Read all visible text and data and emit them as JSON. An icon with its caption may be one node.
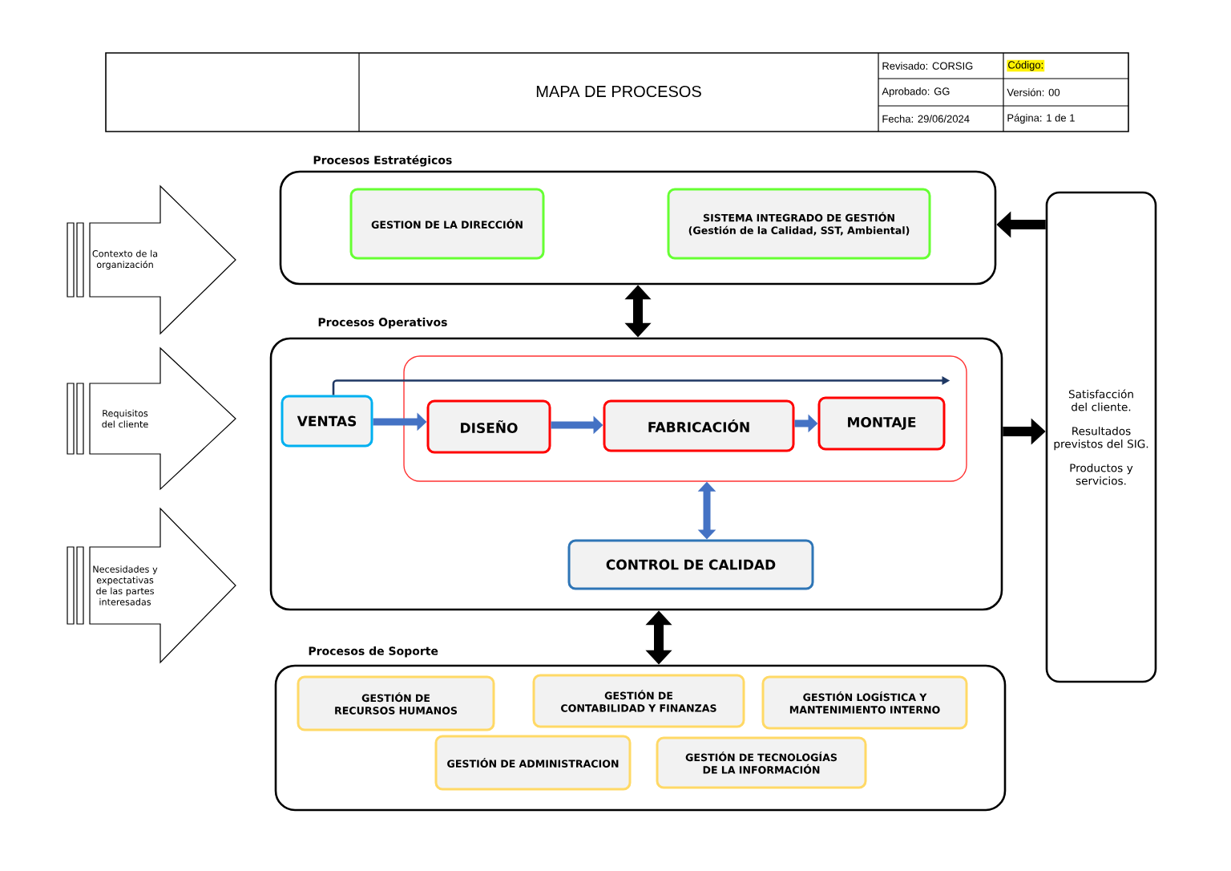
{
  "diagram": {
    "title": "MAPA DE PROCESOS",
    "nodes": [
      {
        "text": [
          "Procesos Estratégicos"
        ]
      },
      {
        "text": [
          "GESTION DE LA DIRECCIÓN"
        ],
        "in": 0
      },
      {
        "text": [
          "SISTEMA INTEGRADO DE GESTIÓN (Gestión de la Calidad, SST, Ambiental)"
        ],
        "in": 0
      },
      {
        "text": [
          "Procesos Operativos"
        ]
      },
      {
        "text": [
          "VENTAS"
        ],
        "in": 3
      },
      {
        "text": [],
        "shape": "box",
        "in": 3
      },
      {
        "text": [
          "DISEÑO"
        ],
        "in": 5
      },
      {
        "text": [
          "FABRICACIÓN"
        ],
        "in": 5
      },
      {
        "text": [
          "MONTAJE"
        ],
        "in": 5
      },
      {
        "text": [
          "CONTROL DE CALIDAD"
        ],
        "in": 3
      },
      {
        "text": [
          "Procesos de Soporte"
        ]
      },
      {
        "text": [
          "GESTIÓN DE RECURSOS HUMANOS"
        ],
        "in": 10
      },
      {
        "text": [
          "GESTIÓN DE CONTABILIDAD Y FINANZAS"
        ],
        "in": 10
      },
      {
        "text": [
          "GESTIÓN LOGÍSTICA Y MANTENIMIENTO INTERNO"
        ],
        "in": 10
      },
      {
        "text": [
          "GESTIÓN DE ADMINISTRACION"
        ],
        "in": 10
      },
      {
        "text": [
          "GESTIÓN DE TECNOLOGÍAS DE LA INFORMACIÓN"
        ],
        "in": 10
      },
      {
        "text": [
          "Contexto de la organización"
        ]
      },
      {
        "text": [
          "Requisitos del cliente"
        ]
      },
      {
        "text": [
          "Necesidades y expectativas de las partes interesadas"
        ]
      },
      {
        "text": [
          "Satisfacción del cliente.",
          "Resultados previstos del SIG.",
          "Productos y servicios."
        ]
      }
    ],
    "edges": [
      {
        "from": 0,
        "to": 3,
        "arrow": "both",
        "color": "#000000"
      },
      {
        "from": 3,
        "to": 10,
        "arrow": "both",
        "color": "#000000"
      },
      {
        "from": 19,
        "to": 0,
        "arrow": "to",
        "color": "#000000"
      },
      {
        "from": 3,
        "to": 19,
        "arrow": "to",
        "color": "#000000"
      },
      {
        "from": 4,
        "to": 6,
        "arrow": "to",
        "color": "#4472c4"
      },
      {
        "from": 6,
        "to": 7,
        "arrow": "to",
        "color": "#4472c4"
      },
      {
        "from": 7,
        "to": 8,
        "arrow": "to",
        "color": "#4472c4"
      },
      {
        "from": 9,
        "to": 5,
        "arrow": "both",
        "color": "#4472c4"
      },
      {
        "from": 4,
        "to": 8,
        "arrow": "to",
        "color": "#1f3864"
      }
    ],
    "labels": [
      "Revisado: CORSIG",
      "Código:",
      "Aprobado: GG",
      "Versión: 00",
      "Fecha: 29/06/2024",
      "Página: 1 de 1"
    ]
  }
}
